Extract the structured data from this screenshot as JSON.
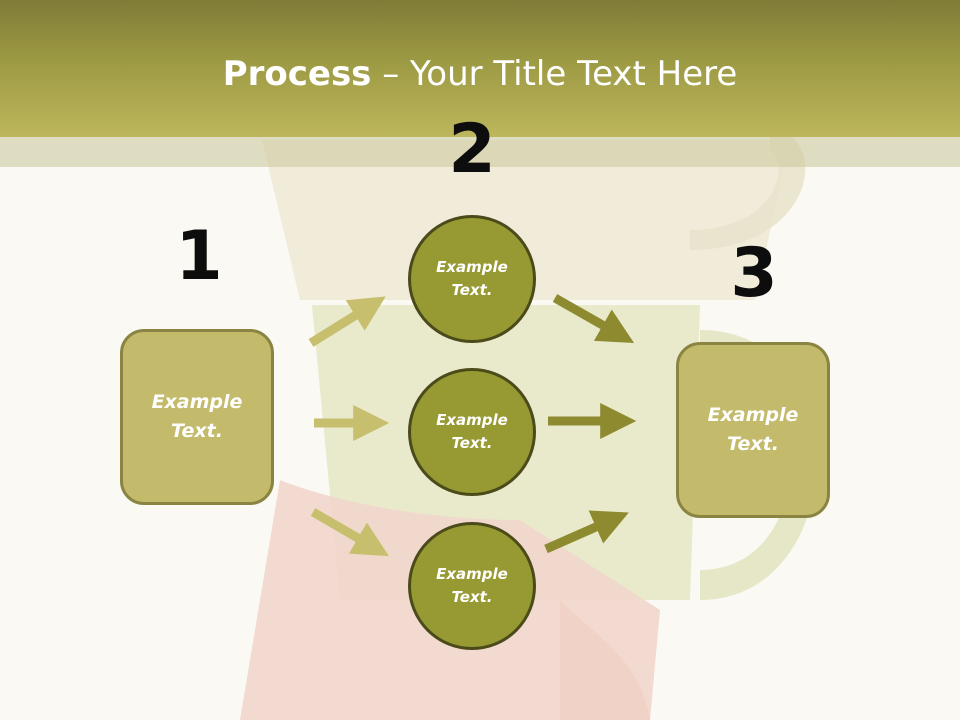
{
  "title": {
    "bold": "Process",
    "rest": " – Your Title Text Here"
  },
  "steps": {
    "one": "1",
    "two": "2",
    "three": "3"
  },
  "left_box": {
    "text": "Example\nText."
  },
  "right_box": {
    "text": "Example\nText."
  },
  "circles": [
    {
      "text": "Example\nText."
    },
    {
      "text": "Example\nText."
    },
    {
      "text": "Example\nText."
    }
  ],
  "colors": {
    "header": "#9d9a44",
    "box_fill": "#c3bb6b",
    "circle_fill": "#979932",
    "arrow_light": "#c7bf6e",
    "arrow_dark": "#8e8a30"
  }
}
